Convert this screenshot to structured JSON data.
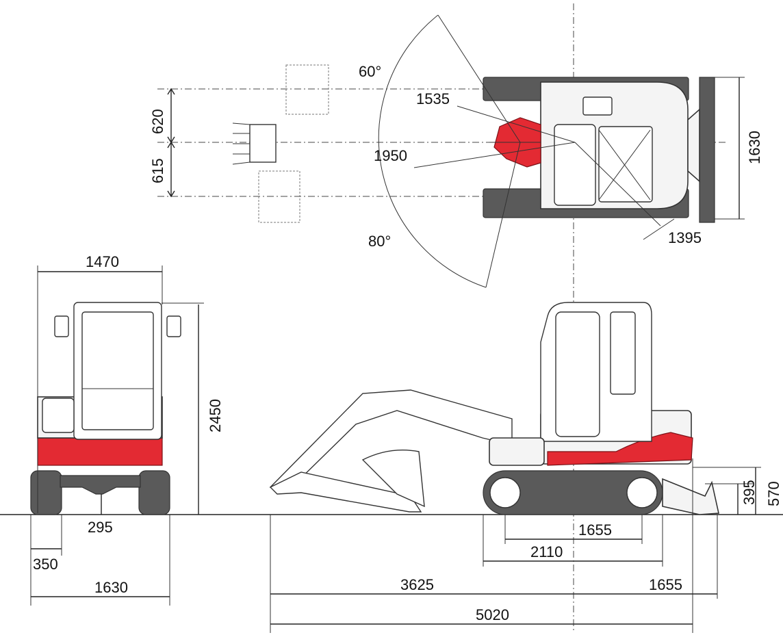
{
  "dimensions": {
    "top_swing_left": "60°",
    "top_swing_right": "80°",
    "top_offset_left": "620",
    "top_offset_right": "615",
    "top_reach_1": "1535",
    "top_reach_2": "1950",
    "top_tail_radius": "1395",
    "top_blade_width": "1630",
    "front_cab_width": "1470",
    "front_height": "2450",
    "front_ground_clearance": "295",
    "front_track_width": "350",
    "front_overall_width": "1630",
    "side_blade_height": "395",
    "side_blade_depth": "570",
    "side_tumbler_distance": "1655",
    "side_track_length": "2110",
    "side_front_length": "3625",
    "side_rear_length": "1655",
    "side_overall_length": "5020"
  },
  "colors": {
    "accent_red": "#e32a33",
    "track_gray": "#5a5a5a",
    "line": "#222222"
  }
}
